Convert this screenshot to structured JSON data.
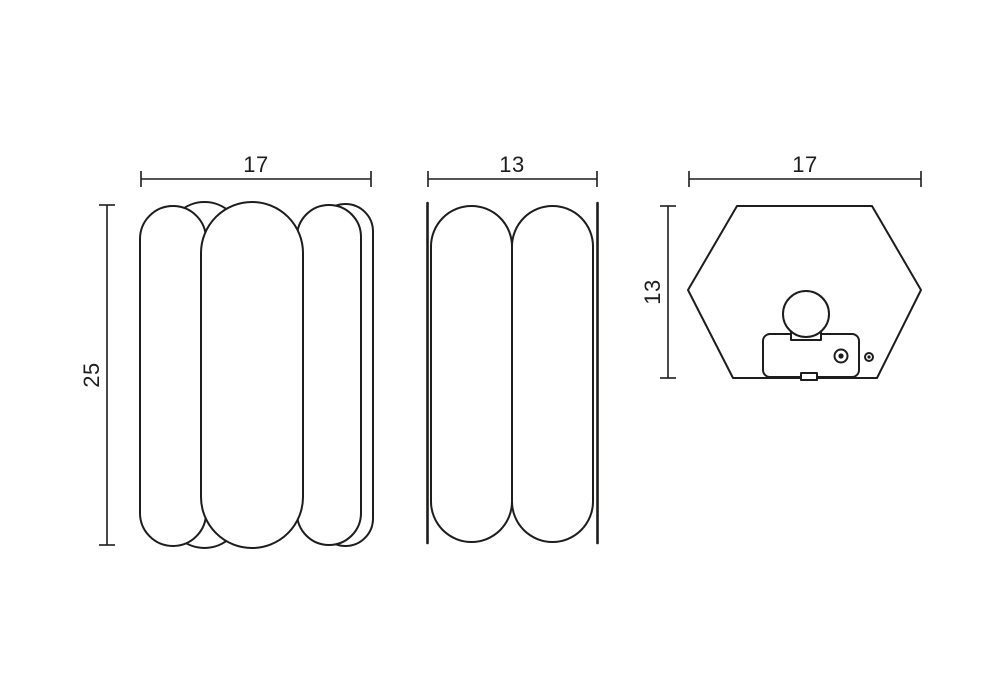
{
  "style": {
    "ink": "#1d1d1b",
    "background": "#ffffff"
  },
  "views": {
    "front": {
      "width_dim": "17",
      "height_dim": "25"
    },
    "side": {
      "width_dim": "13"
    },
    "top": {
      "width_dim": "17",
      "depth_dim": "13"
    }
  }
}
